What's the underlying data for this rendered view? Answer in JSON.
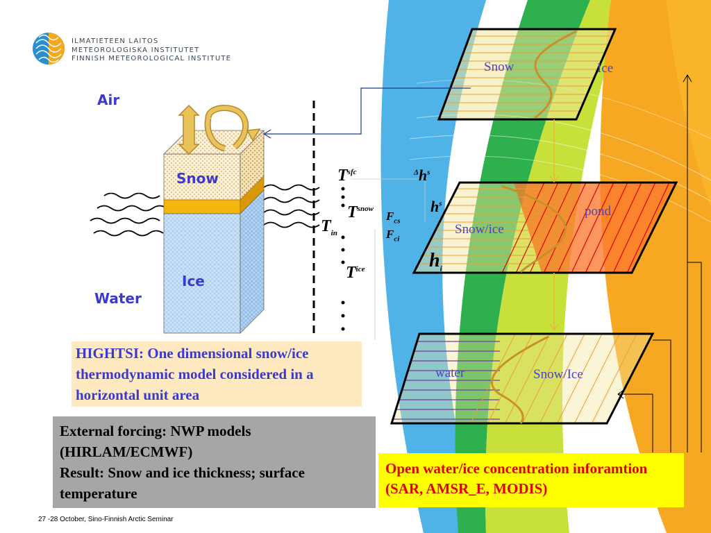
{
  "logo": {
    "lines": [
      "ILMATIETEEN LAITOS",
      "METEOROLOGISKA INSTITUTET",
      "FINNISH METEOROLOGICAL INSTITUTE"
    ]
  },
  "column": {
    "air": "Air",
    "snow": "Snow",
    "ice": "Ice",
    "water": "Water"
  },
  "symbols": {
    "t_sfc": {
      "base": "T",
      "sup": "sfc"
    },
    "t_snow": {
      "base": "T",
      "sup": "snow"
    },
    "t_in": {
      "base": "T",
      "sub": "in"
    },
    "t_ice": {
      "base": "T",
      "sup": "ice"
    },
    "dh_s": {
      "delta": "Δ",
      "base": "h",
      "sup": "s"
    },
    "h_s": {
      "base": "h",
      "sup": "s"
    },
    "h_i": {
      "base": "h",
      "sub": "i"
    },
    "f_cs": {
      "base": "F",
      "sub": "cs"
    },
    "f_ci": {
      "base": "F",
      "sub": "ci"
    }
  },
  "planes": {
    "top": {
      "left": "Snow",
      "right": "Ice"
    },
    "middle": {
      "left": "Snow/ice",
      "right": "pond"
    },
    "bottom": {
      "left": "water",
      "right": "Snow/Ice"
    }
  },
  "boxes": {
    "title": "HIGHTSI: One dimensional snow/ice thermodynamic model considered in a horizontal unit area",
    "forcing_line1": "External forcing: NWP models (HIRLAM/ECMWF)",
    "forcing_line2": "Result: Snow and ice thickness; surface temperature",
    "observations": "Open water/ice concentration inforamtion (SAR, AMSR_E, MODIS)"
  },
  "footer": "27 -28 October, Sino-Finnish Arctic Seminar",
  "colors": {
    "blue_swoosh": "#4fb3e8",
    "green_swoosh": "#2eb04f",
    "lime_swoosh": "#c8e03a",
    "orange_swoosh": "#f7a823",
    "label_blue": "#3a3acc",
    "obs_red": "#e00000",
    "obs_yellow": "#ffff00"
  }
}
